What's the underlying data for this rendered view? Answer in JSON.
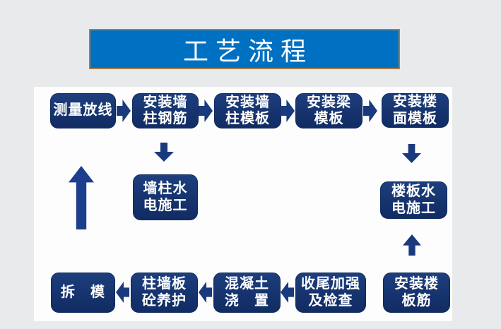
{
  "title": {
    "text": "工艺流程"
  },
  "colors": {
    "page_bg": "#e8eaec",
    "panel_bg": "#fdfdfd",
    "title_bg": "#0071c2",
    "title_border": "#a87c48",
    "box_bg": "#16336e",
    "arrow": "#1a3a7e",
    "arrow_tall": "#1c3e8c",
    "box_text": "#ffffff"
  },
  "icons": {
    "arrow_right": "➡",
    "arrow_left": "⬅",
    "arrow_down": "⬇",
    "arrow_up": "⬆"
  },
  "boxes": {
    "measure_layout": {
      "line1": "测量放线"
    },
    "install_wall_column_rebar": {
      "line1": "安装墙",
      "line2": "柱钢筋"
    },
    "install_wall_column_form": {
      "line1": "安装墙",
      "line2": "柱模板"
    },
    "install_beam_formwork": {
      "line1": "安装梁",
      "line2": "模板"
    },
    "install_floor_formwork": {
      "line1": "安装楼",
      "line2": "面模板"
    },
    "wall_column_mep": {
      "line1": "墙柱水",
      "line2": "电施工"
    },
    "floor_slab_mep": {
      "line1": "楼板水",
      "line2": "电施工"
    },
    "strip_formwork": {
      "line1": "拆　模"
    },
    "column_wall_slab_curing": {
      "line1": "柱墙板",
      "line2": "砼养护"
    },
    "concrete_pouring": {
      "line1": "混凝土",
      "line2": "浇　置"
    },
    "finishing_and_inspection": {
      "line1": "收尾加强",
      "line2": "及检查"
    },
    "install_floor_slab_rebar": {
      "line1": "安装楼",
      "line2": "板筋"
    }
  }
}
